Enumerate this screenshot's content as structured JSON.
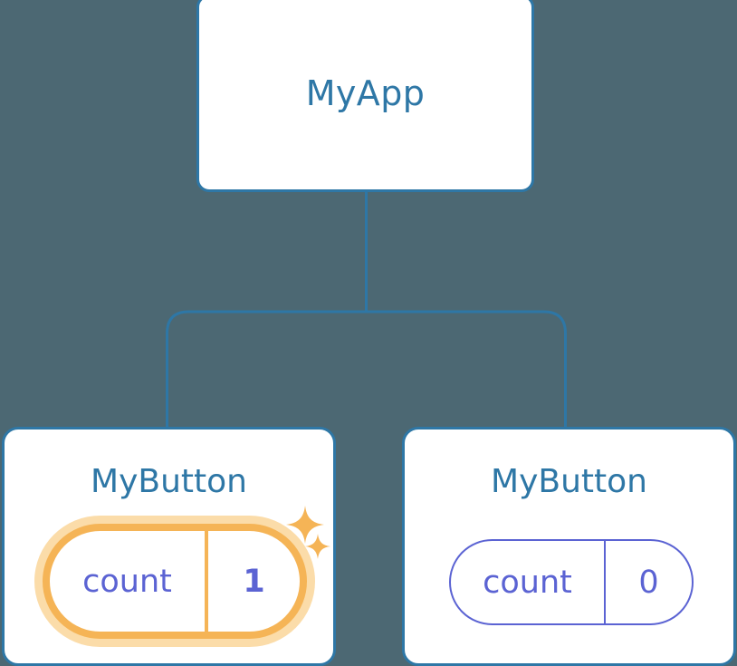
{
  "diagram": {
    "type": "component-tree",
    "background_color": "#4C6873",
    "connector_color": "#2E77A6",
    "title_color": "#2E77A6",
    "accent_highlight_color": "#F5B456",
    "accent_glow_color": "#FBDCA9",
    "state_color": "#5B63D3"
  },
  "root": {
    "title": "MyApp"
  },
  "children": [
    {
      "title": "MyButton",
      "state": {
        "label": "count",
        "value": "1"
      },
      "highlighted": true,
      "sparkles": [
        "sparkle-large-icon",
        "sparkle-small-icon"
      ]
    },
    {
      "title": "MyButton",
      "state": {
        "label": "count",
        "value": "0"
      },
      "highlighted": false
    }
  ]
}
